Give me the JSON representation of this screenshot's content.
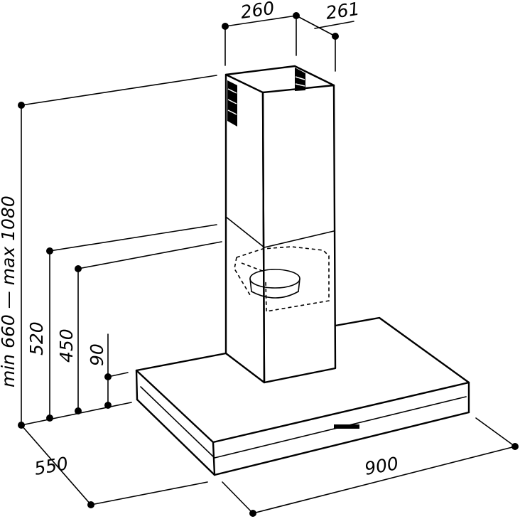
{
  "dimensions": {
    "chimney_width": "260",
    "chimney_depth": "261",
    "total_height": "min 660 — max 1080",
    "height_520": "520",
    "height_450": "450",
    "canopy_thickness": "90",
    "hood_depth": "550",
    "hood_width": "900"
  }
}
